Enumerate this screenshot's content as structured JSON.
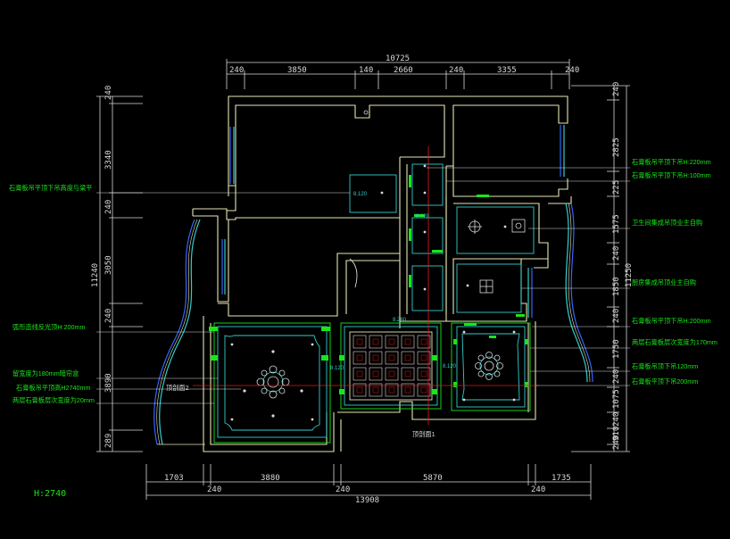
{
  "dims": {
    "top_total": "10725",
    "top": [
      "240",
      "3850",
      "140",
      "2660",
      "240",
      "3355",
      "240"
    ],
    "bottom": [
      "1703",
      "240",
      "3880",
      "240",
      "5870",
      "240",
      "1735"
    ],
    "bottom_total": "13908",
    "left_total": "11240",
    "left": [
      "240",
      "3340",
      "240",
      "3050",
      "240",
      "3890",
      "289"
    ],
    "right_a": [
      "240",
      "2825",
      "225",
      "1575",
      "240",
      "1850",
      "240",
      "1750",
      "240",
      "1075",
      "240",
      "910",
      "240"
    ],
    "right_total": "11250"
  },
  "labels_left": [
    "石膏板吊平顶下吊高度与梁平",
    "弧形造线反光顶H:200mm",
    "留宽度为180mm暗帘盒",
    "石膏板吊平顶高H2740mm",
    "两层石膏板层次宽度为20mm"
  ],
  "labels_right": [
    "石膏板吊平顶下吊H:220mm",
    "石膏板吊平顶下吊H:100mm",
    "卫生间集成吊顶业主自购",
    "厨房集成吊顶业主自购",
    "石膏板吊平顶下吊H:200mm",
    "两层石膏板层次宽度为170mm",
    "石膏板吊顶下吊120mm",
    "石膏板平顶下吊200mm"
  ],
  "section_marks": [
    "顶剖面2",
    "顶剖面1"
  ],
  "small_marks": [
    "8.120",
    "8.120",
    "8.260",
    "8.120",
    "8.120"
  ],
  "height_note": "H:2740",
  "colors": {
    "wall": "#e6e6b4",
    "dim": "#d9d9d9",
    "green": "#19e619",
    "cyan": "#33cccc",
    "blue": "#3366ff",
    "red": "#e61919"
  }
}
